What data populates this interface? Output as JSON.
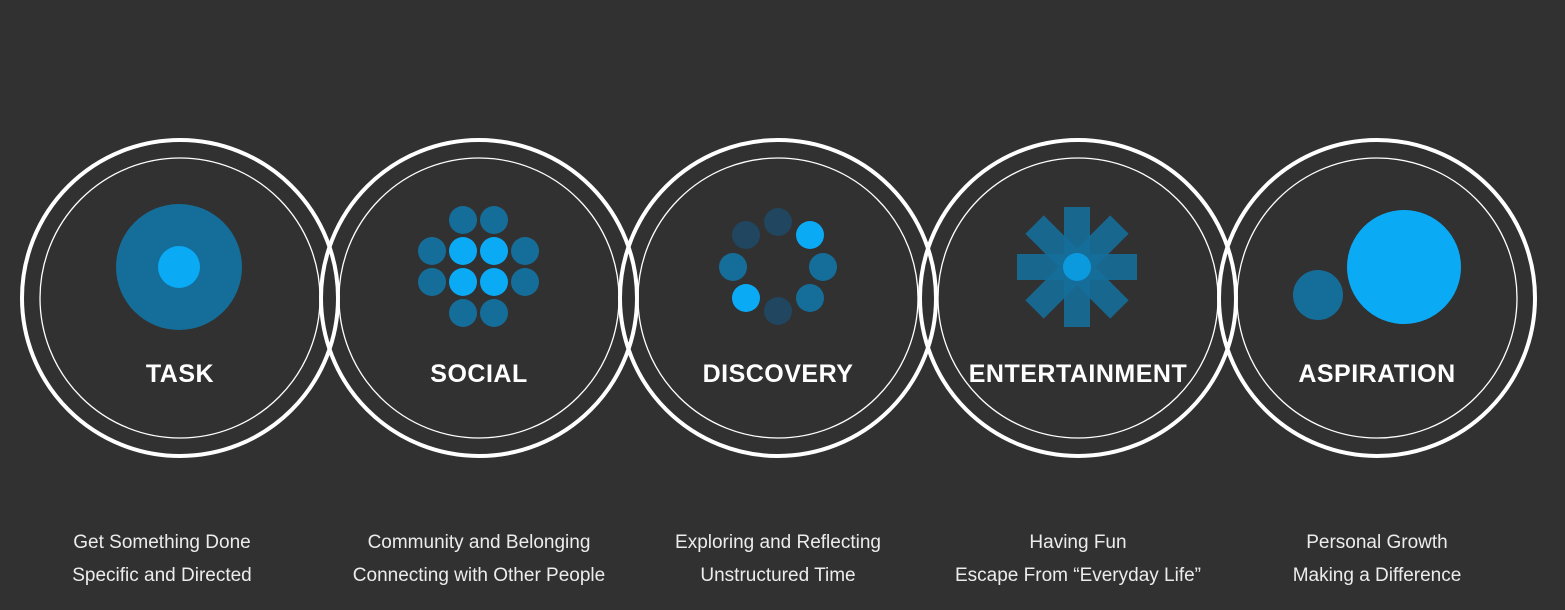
{
  "colors": {
    "background": "#313131",
    "ring": "#ffffff",
    "blue_bright": "#0aaaf5",
    "blue_mid": "#156e9a",
    "blue_dark": "#21465f"
  },
  "categories": [
    {
      "key": "task",
      "title": "TASK",
      "icon": "target-icon",
      "line1": "Get Something Done",
      "line2": "Specific and Directed"
    },
    {
      "key": "social",
      "title": "SOCIAL",
      "icon": "dot-cluster-icon",
      "line1": "Community and Belonging",
      "line2": "Connecting with Other People"
    },
    {
      "key": "discovery",
      "title": "DISCOVERY",
      "icon": "dot-ring-icon",
      "line1": "Exploring and Reflecting",
      "line2": "Unstructured Time"
    },
    {
      "key": "entertainment",
      "title": "ENTERTAINMENT",
      "icon": "starburst-icon",
      "line1": "Having Fun",
      "line2": "Escape From “Everyday Life”"
    },
    {
      "key": "aspiration",
      "title": "ASPIRATION",
      "icon": "growth-circles-icon",
      "line1": "Personal Growth",
      "line2": "Making a Difference"
    }
  ]
}
